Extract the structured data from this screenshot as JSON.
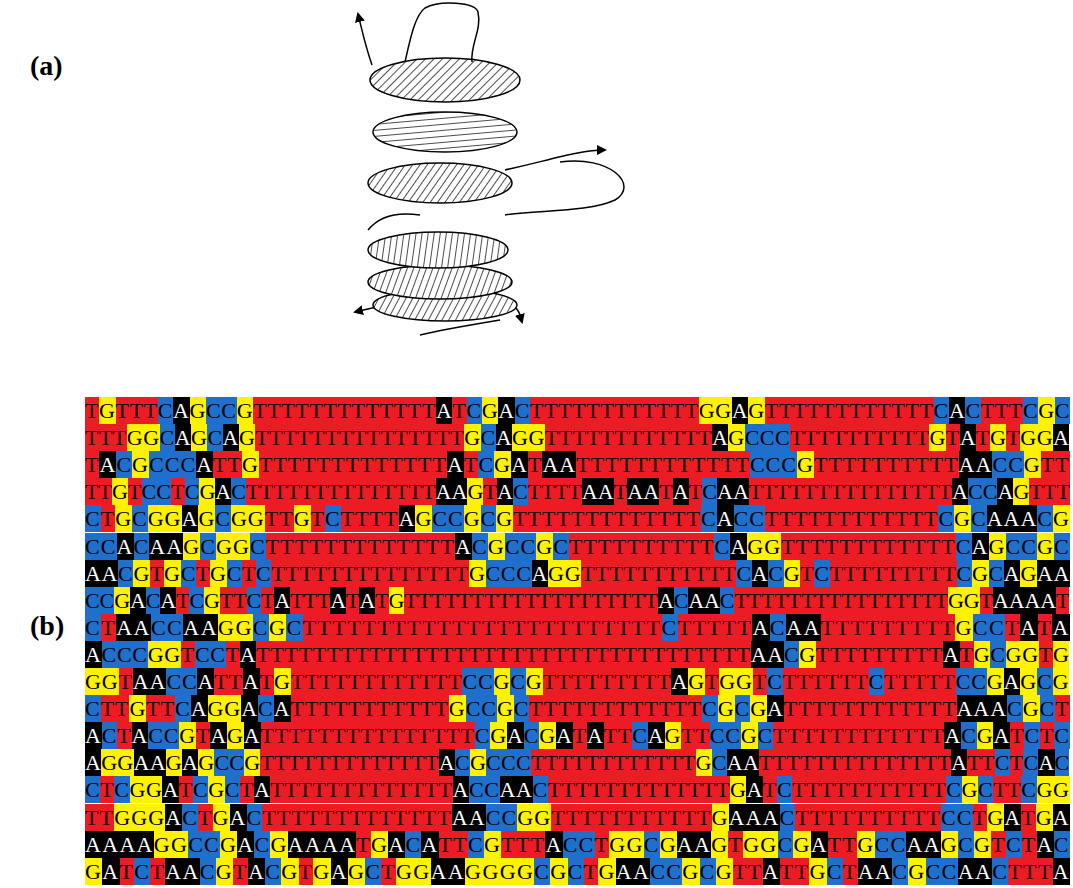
{
  "diagram": {
    "labels": [
      "(a)",
      "(b)",
      "TGTTTCAGCCGTTTTTTTTTTTTTATCGACTTTTTTTTTTTTGGAGTTTTTTTTTTTTCACTTTCGC",
      "TTTGGCAGCAGTTTTTTTTTTTTTTTGCAGGTTTTTTTTTTTTAGCCCTTTTTTTTTTGTATGTGGA",
      "TACGCCCATTGTTTTTTTTTTTTTATCGATAATTTTTTTTTTTTCCCGTTTTTTTTTTAACCGTT",
      "TTGTCCTCGACTTTTTTTTTTTTTTAAGTACTTTTAATAATATCAATTTTTTTTTTTTTTTACCAGTTT",
      "CTGCGGAGCGGTTGTCTTTTAGCCGCGTTTTTTTTTTTTTCACCTTTTTTTTTTTTCGCAAACG",
      "CCACAAGCGGCTTTTTTTTTTTTTACGCCGCTTTTTTTTTTCAGGTTTTTTTTTTTTCAGCCGC",
      "AACGTGCTGCTCTTTTTTTTTTTTTTGCCCAGGTTTTTTTTTTTCACGTCTTTTTTTTTCGCAGAA",
      "CCGACATCGTTCTATTTATATGTTTTTTTTTTTTTTTTTTTACAACTTTTTTTTTTTTTTTTGGTAAAAT",
      "CTAACCAAGGCGCTTTTTTTTTTTTTTTTTTTTTTTTCTTTTTACAATTTTTTTTTGCCTATA",
      "ACCCGGTCCTATTTTTTTTTTTTTTTTTTTTTTTTTTTTTTTTTTTAACGTTTTTTTTTATGCGGTG",
      "GGTAACCATTATGTTTTTTTTTTTTCCGCGTTTTTTTTTAGTGGTCTTTTTTCTTTTTCCGAGCG",
      "CTTGTTCAGGACATTTTTTTTTTTGCCGCTTTTTTTTTTTTCGCGATTTTTTTTTTTTAAACGCT",
      "ACTACCGTAGATTTTTTTTTTTTTTTCGACGATATTCAGTTCCGCTTTTTTTTTTTTACGATCTC",
      "AGGAAGAGCCGTTTTTTTTTTTTTACGCCCTTTTTTTTTTTTGCAATTTTTTTTTTTTTTATTCTCAC",
      "CTCGGATCGCTATTTTTTTTTTTTTACCAACTTTTTTTTTTTTTGATCTTTTTTTTTTTCGCTTCGG",
      "TTGGGACTGACTTTTTTTTTTTTTAACCGGTTTTTTTTTTTGAAACTTTTTTTTTTCCTGATGA",
      "AAAAGGCCGACGAAAATGACATTCGTTTACCTGGCGAAGTGGCGATTGCCAAGCGTCTAC",
      "GATCTAACGTACGTGAGCTGGAAGGGGCGCTGAACCGCGTTATTGCTAACGCCAACTTTA"
    ]
  }
}
